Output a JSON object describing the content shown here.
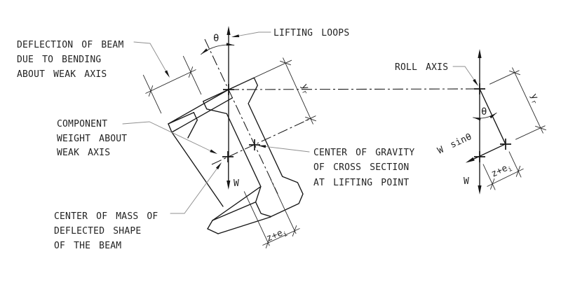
{
  "drawing": {
    "background": "#ffffff",
    "line_color": "#161616",
    "leader_color": "#8f8f8f",
    "text_color": "#232323"
  },
  "labels": {
    "deflection": [
      "DEFLECTION OF BEAM",
      "DUE TO BENDING",
      "ABOUT WEAK AXIS"
    ],
    "component_weight": [
      "COMPONENT",
      "WEIGHT ABOUT",
      "WEAK AXIS"
    ],
    "center_of_mass": [
      "CENTER OF MASS OF",
      "DEFLECTED SHAPE",
      "OF THE BEAM"
    ],
    "lifting_loops": "LIFTING LOOPS",
    "cg_cross_section": [
      "CENTER OF GRAVITY",
      "OF CROSS SECTION",
      "AT LIFTING POINT"
    ],
    "roll_axis": "ROLL AXIS",
    "theta": "θ",
    "weight": "W",
    "weight_component": "W sinθ",
    "yr": {
      "main": "y",
      "sub": "r"
    },
    "z_plus_e": {
      "main": "z+e",
      "sub": "i"
    }
  }
}
